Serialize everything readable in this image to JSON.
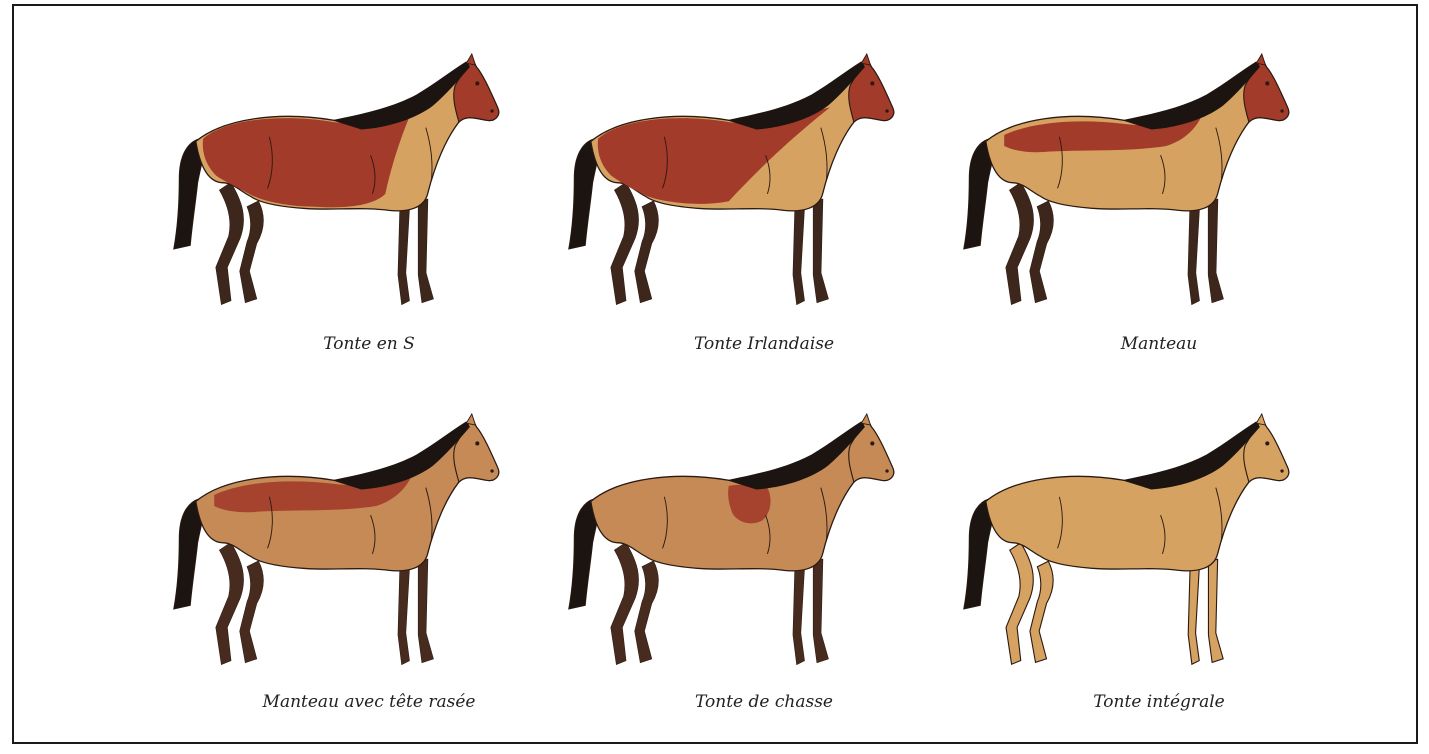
{
  "colors": {
    "bay_coat": "#a23b2a",
    "clipped_coat": "#d6a262",
    "clipped_coat_body": "#c58a55",
    "mane_and_legs": "#1c1410",
    "outline": "#2a1a12"
  },
  "illustrations": [
    {
      "caption": "Tonte en S",
      "style": "s-clip"
    },
    {
      "caption": "Tonte Irlandaise",
      "style": "irish-clip"
    },
    {
      "caption": "Manteau",
      "style": "blanket"
    },
    {
      "caption": "Manteau avec tête rasée",
      "style": "blanket-head-clipped"
    },
    {
      "caption": "Tonte de chasse",
      "style": "hunter-clip"
    },
    {
      "caption": "Tonte intégrale",
      "style": "full-clip"
    }
  ]
}
